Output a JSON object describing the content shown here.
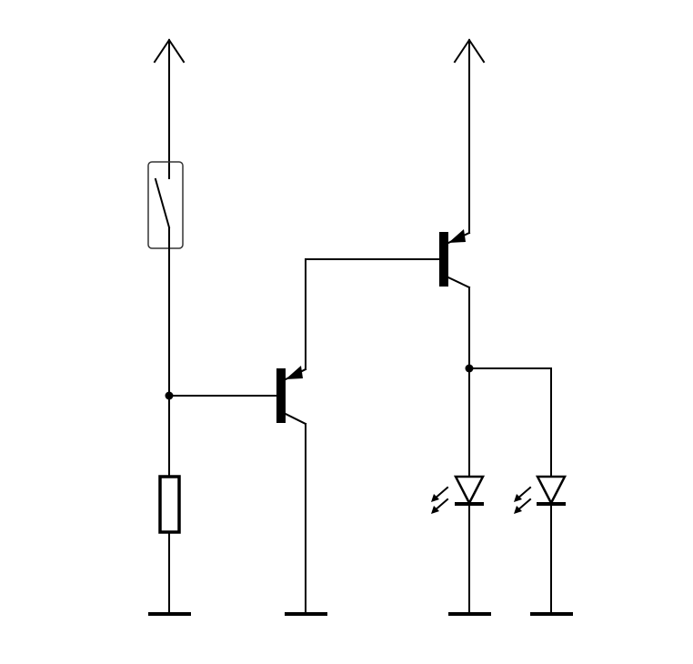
{
  "diagram": {
    "type": "electronic-schematic",
    "components": [
      {
        "name": "supply-arrow-left",
        "symbol": "power-supply"
      },
      {
        "name": "supply-arrow-right",
        "symbol": "power-supply"
      },
      {
        "name": "tilt-switch",
        "symbol": "switch-normally-open-enclosed"
      },
      {
        "name": "resistor",
        "symbol": "resistor"
      },
      {
        "name": "transistor-q1",
        "symbol": "pnp-transistor"
      },
      {
        "name": "transistor-q2",
        "symbol": "pnp-transistor"
      },
      {
        "name": "led-1",
        "symbol": "light-emitting-diode"
      },
      {
        "name": "led-2",
        "symbol": "light-emitting-diode"
      },
      {
        "name": "ground-1",
        "symbol": "ground"
      },
      {
        "name": "ground-2",
        "symbol": "ground"
      },
      {
        "name": "ground-3",
        "symbol": "ground"
      },
      {
        "name": "ground-4",
        "symbol": "ground"
      }
    ],
    "junctions": 2
  },
  "colors": {
    "line": "#000000",
    "background": "#ffffff",
    "switch_frame": "#333333"
  }
}
